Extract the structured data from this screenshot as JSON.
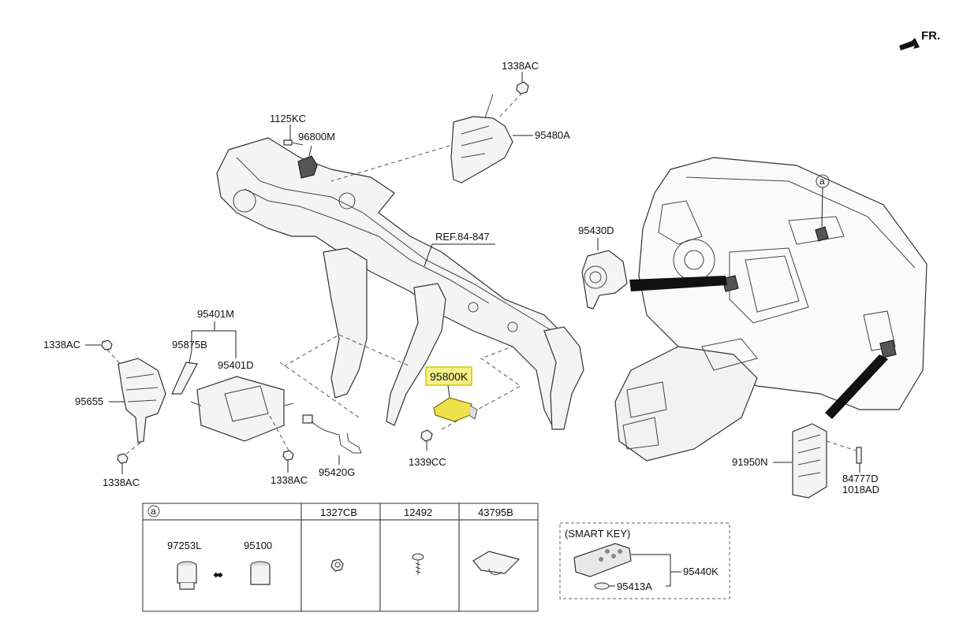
{
  "orientation": {
    "label": "FR."
  },
  "callouts": {
    "c_1338AC_top": "1338AC",
    "c_95480A": "95480A",
    "c_1125KC": "1125KC",
    "c_96800M": "96800M",
    "c_ref": "REF.84-847",
    "c_95401M": "95401M",
    "c_95875B": "95875B",
    "c_95401D": "95401D",
    "c_1338AC_left": "1338AC",
    "c_95655": "95655",
    "c_1338AC_bottom": "1338AC",
    "c_1338AC_mid": "1338AC",
    "c_95420G": "95420G",
    "c_95800K": "95800K",
    "c_1339CC": "1339CC",
    "c_95430D": "95430D",
    "c_a_marker": "a",
    "c_91950N": "91950N",
    "c_84777D": "84777D",
    "c_1018AD": "1018AD"
  },
  "highlight": {
    "part": "95800K",
    "color": "#f6f08a"
  },
  "table": {
    "marker": "a",
    "headers": [
      "1327CB",
      "12492",
      "43795B"
    ],
    "cell_a": {
      "left_part": "97253L",
      "right_part": "95100",
      "swap_symbol": "⬌"
    }
  },
  "smart_key": {
    "title": "(SMART KEY)",
    "parts": {
      "key": "95440K",
      "battery": "95413A"
    }
  }
}
